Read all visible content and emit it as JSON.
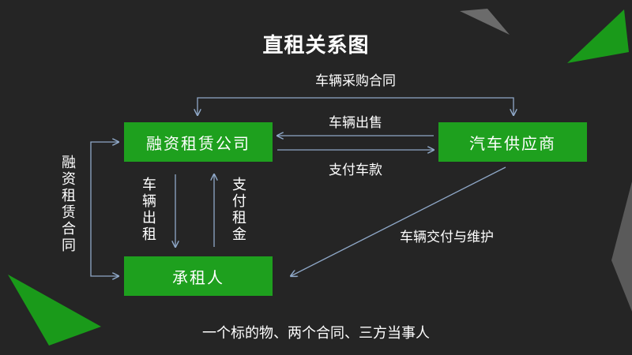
{
  "title": "直租关系图",
  "nodes": {
    "finance_company": "融资租赁公司",
    "supplier": "汽车供应商",
    "lessee": "承租人"
  },
  "edges": {
    "purchase_contract": "车辆采购合同",
    "vehicle_sale": "车辆出售",
    "payment_for_vehicle": "支付车款",
    "vehicle_rental": "车辆出租",
    "pay_rent": "支付租金",
    "delivery_maintenance": "车辆交付与维护",
    "lease_contract": "融资租赁合同"
  },
  "footer": "一个标的物、两个合同、三方当事人",
  "colors": {
    "background": "#252525",
    "node_fill": "#1ea01e",
    "arrow": "#8fa8c8",
    "deco_green": "#1a9a1a",
    "deco_gray": "#6b6b6b"
  }
}
